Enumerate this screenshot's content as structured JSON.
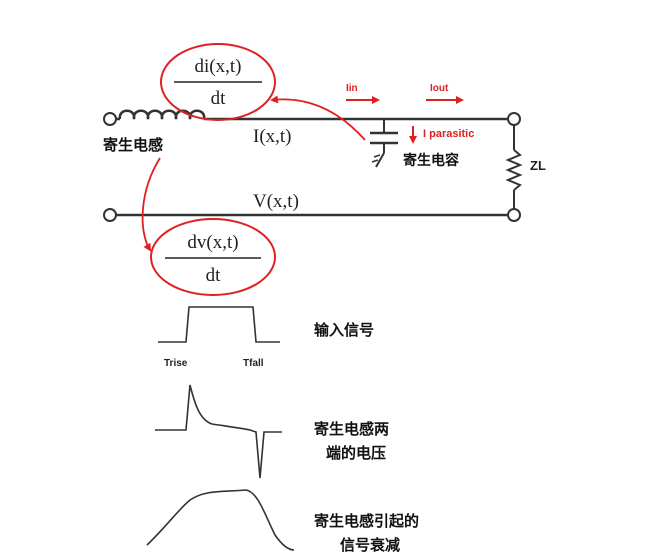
{
  "formulas": {
    "di_numerator": "di(x,t)",
    "di_denominator": "dt",
    "dv_numerator": "dv(x,t)",
    "dv_denominator": "dt"
  },
  "circuit": {
    "current_label": "I(x,t)",
    "voltage_label": "V(x,t)",
    "inductor_label": "寄生电感",
    "capacitor_label": "寄生电容",
    "lin_label": "Iin",
    "lout_label": "Iout",
    "parasitic_current_label": "I parasitic",
    "load_label": "ZL"
  },
  "waveforms": {
    "input": {
      "label": "输入信号",
      "trise_label": "Trise",
      "tfall_label": "Tfall"
    },
    "inductor_voltage": {
      "label_line1": "寄生电感两",
      "label_line2": "端的电压"
    },
    "attenuation": {
      "label_line1": "寄生电感引起的",
      "label_line2": "信号衰减"
    }
  },
  "colors": {
    "accent": "#e02020",
    "line": "#333333"
  }
}
